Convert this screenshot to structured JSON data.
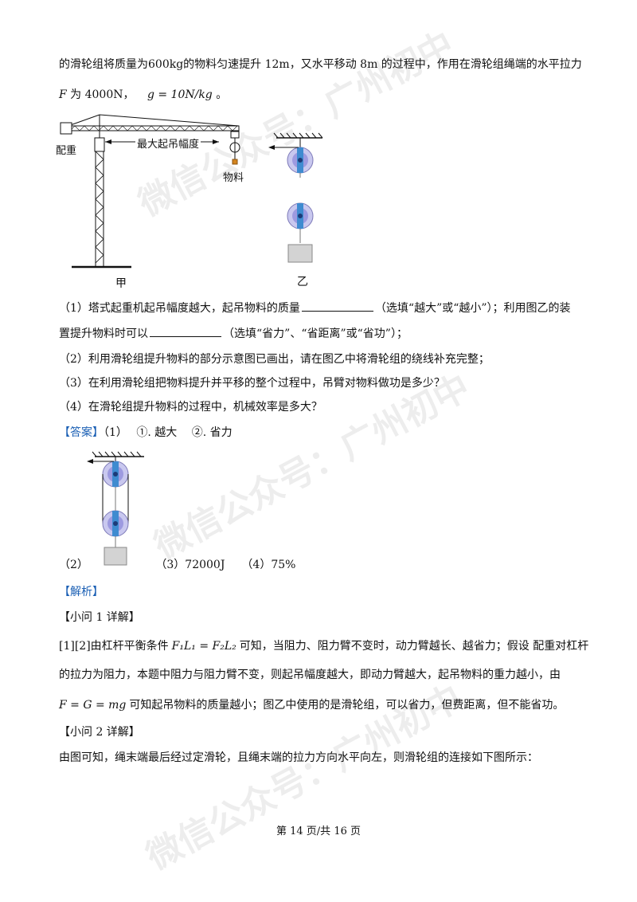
{
  "intro": {
    "line1": "的滑轮组将质量为600kg的物料匀速提升 12m，又水平移动 8m 的过程中，作用在滑轮组绳端的水平拉力",
    "line2_prefix": "F",
    "line2_mid": " 为 4000N，",
    "line2_g": "g = 10N/kg",
    "line2_end": " 。"
  },
  "figure1": {
    "counterweight_label": "配重",
    "span_label": "最大起吊幅度",
    "load_label": "物料",
    "caption_left": "甲",
    "caption_right": "乙"
  },
  "questions": {
    "q1_a": "（1）塔式起重机起吊幅度越大，起吊物料的质量",
    "q1_b": "（选填“越大”或“越小”）；利用图乙的装",
    "q1_c": "置提升物料时可以",
    "q1_d": "（选填“省力”、“省距离”或“省功”）；",
    "q2": "（2）利用滑轮组提升物料的部分示意图已画出，请在图乙中将滑轮组的绕线补充完整；",
    "q3": "（3）在利用滑轮组把物料提升并平移的整个过程中，吊臂对物料做功是多少？",
    "q4": "（4）在滑轮组提升物料的过程中，机械效率是多大？"
  },
  "answer": {
    "tag": "【答案】",
    "part1": "（1）　 ①. 越大　 ②. 省力",
    "part2_label": "（2）",
    "part3": "（3）72000J　　（4）75%"
  },
  "analysis": {
    "tag": "【解析】",
    "sub1_title": "【小问 1 详解】",
    "p1_a": "[1][2]由杠杆平衡条件",
    "p1_formula": "F₁L₁ = F₂L₂",
    "p1_b": "可知，当阻力、阻力臂不变时，动力臂越长、越省力；假设 配重对杠杆",
    "p1_line2": "的拉力为阻力，本题中阻力与阻力臂不变，则起吊幅度越大，即动力臂越大，起吊物料的重力越小，由",
    "p1_formula2": "F = G = mg",
    "p1_line3": "可知起吊物料的质量越小；图乙中使用的是滑轮组，可以省力，但费距离，但不能省功。",
    "sub2_title": "【小问 2 详解】",
    "p2": "由图可知，绳末端最后经过定滑轮，且绳末端的拉力方向水平向左，则滑轮组的连接如下图所示："
  },
  "watermark": "微信公众号：广州初中",
  "footer": "第 14 页/共 16 页"
}
